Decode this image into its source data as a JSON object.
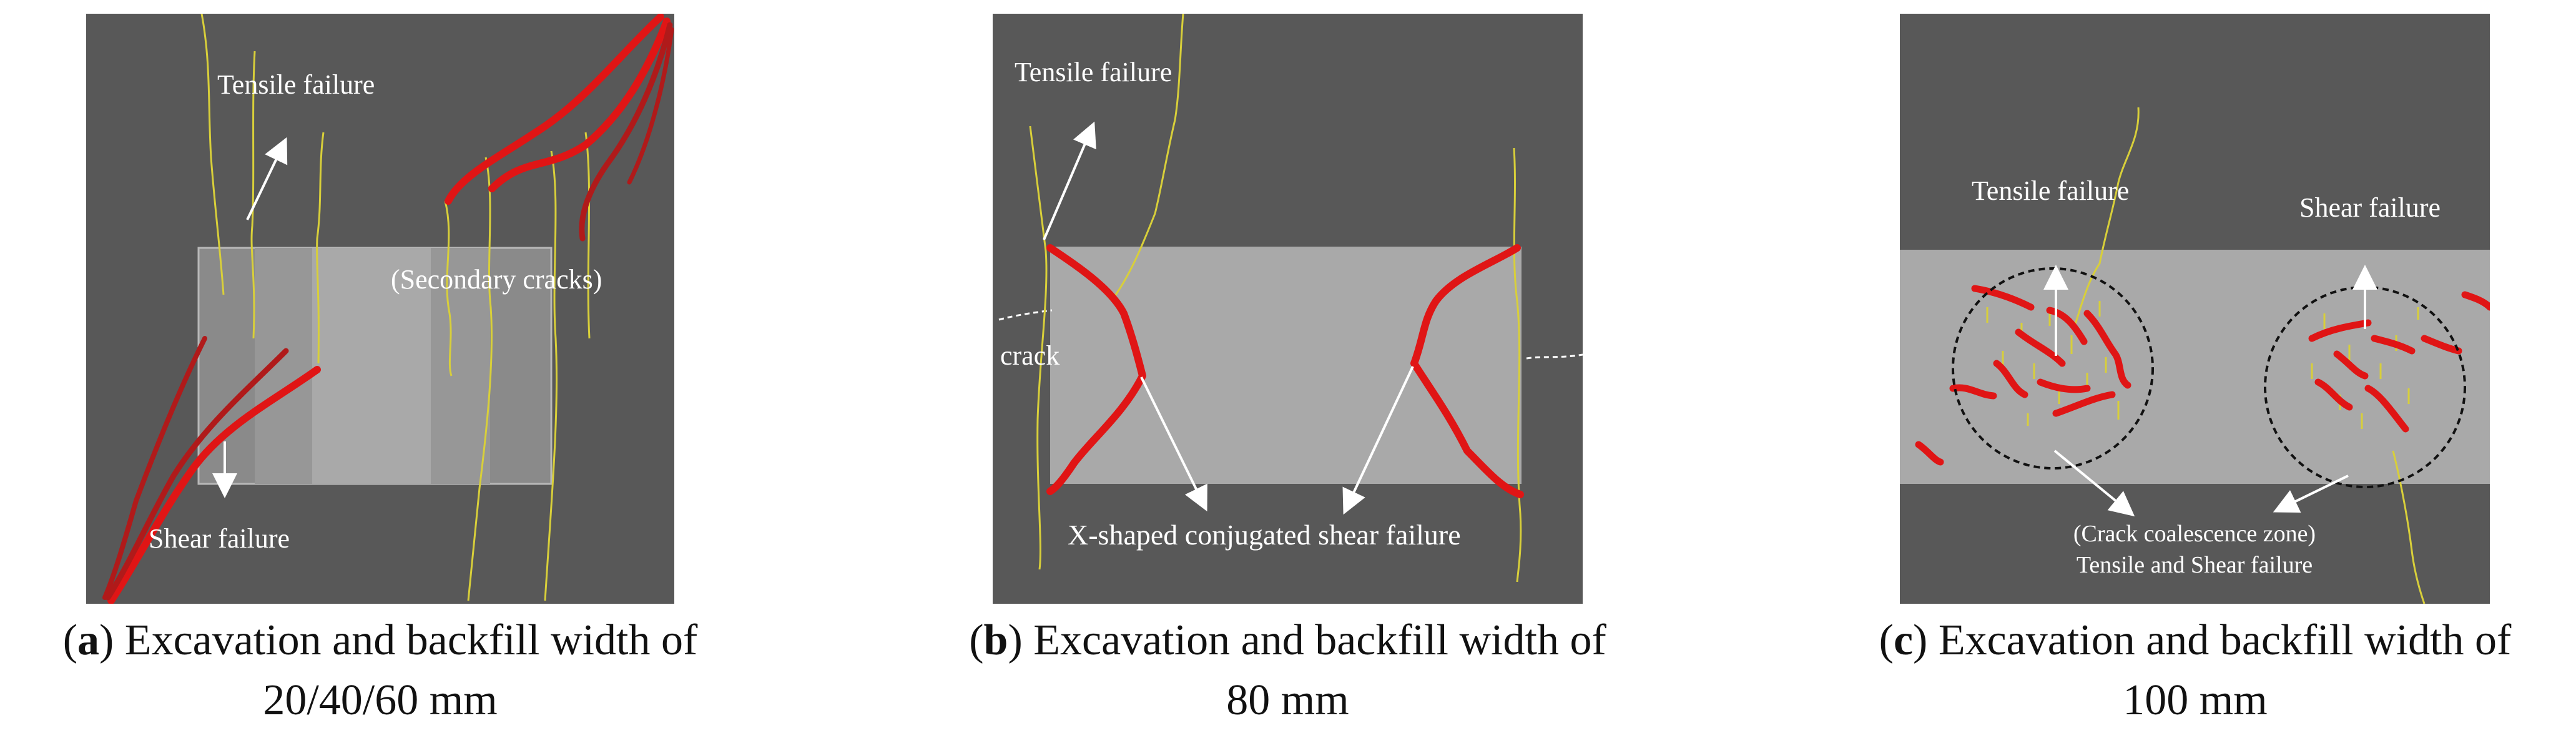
{
  "panels": [
    {
      "id": "a",
      "labels": {
        "tensile": "Tensile failure",
        "secondary": "(Secondary cracks)",
        "shear": "Shear failure"
      },
      "caption": {
        "letter": "a",
        "line1": ") Excavation and backfill width of",
        "line2": "20/40/60 mm"
      }
    },
    {
      "id": "b",
      "labels": {
        "tensile": "Tensile failure",
        "crack": "crack",
        "xshear": "X-shaped conjugated shear failure"
      },
      "caption": {
        "letter": "b",
        "line1": ") Excavation and backfill width of",
        "line2": "80 mm"
      }
    },
    {
      "id": "c",
      "labels": {
        "tensile": "Tensile failure",
        "shear": "Shear failure",
        "zone": "(Crack coalescence zone)",
        "zone2": "Tensile and Shear failure"
      },
      "caption": {
        "letter": "c",
        "line1": ") Excavation and backfill width of",
        "line2": "100 mm"
      }
    }
  ],
  "colors": {
    "background": "#585858",
    "fill_light": "#a9a9a9",
    "tensile_crack": "#e3d94a",
    "shear_crack": "#e01515",
    "label": "#ffffff"
  }
}
